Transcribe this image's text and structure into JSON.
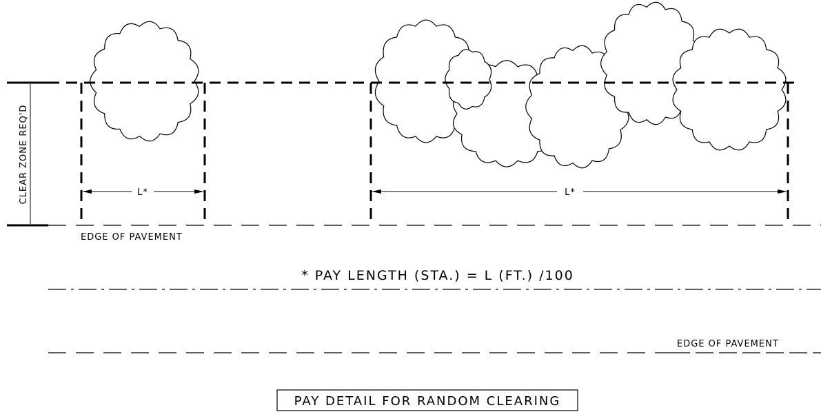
{
  "drawing": {
    "clear_zone_label": "CLEAR ZONE REQ'D",
    "edge_of_pavement_label": "EDGE OF PAVEMENT",
    "dimension_left": "L*",
    "dimension_right": "L*",
    "pay_note": "* PAY LENGTH (STA.) = L (FT.) /100",
    "title": "PAY DETAIL FOR RANDOM CLEARING"
  }
}
